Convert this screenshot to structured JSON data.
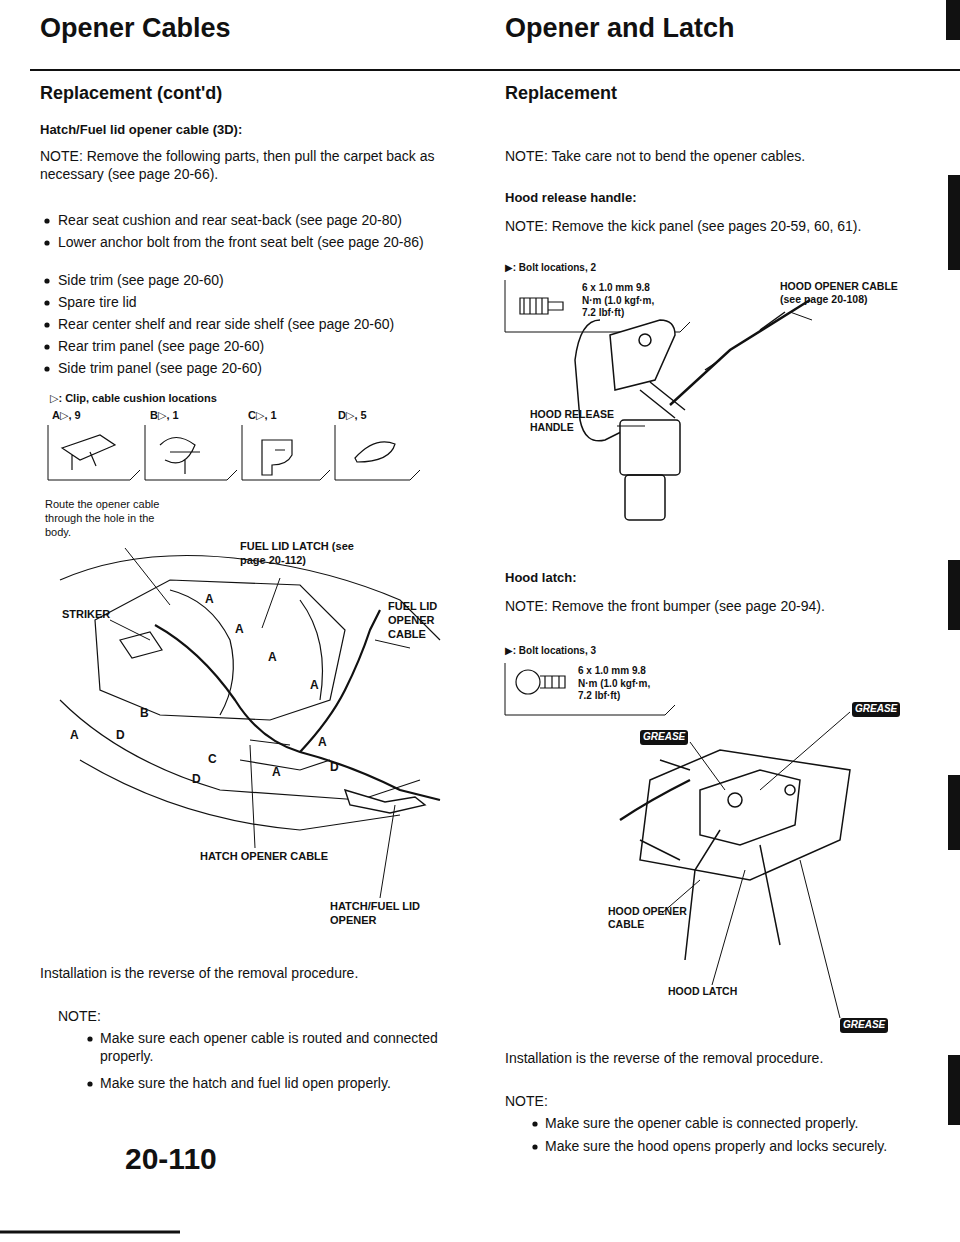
{
  "diagram": {
    "title": "Opener Cables",
    "labels": [
      "Replacement (cont'd)",
      "Hatch/Fuel lid opener cable (3D):",
      "NOTE: Remove the following parts, then pull the carpet back as necessary (see page 20-66).",
      "Rear seat cushion and rear seat-back (see page 20-80)",
      "Lower anchor bolt from the front seat belt (see page 20-86)",
      "Side trim (see page 20-60)",
      "Spare tire lid",
      "Rear center shelf and rear side shelf (see page 20-60)",
      "Rear trim panel (see page 20-60)",
      "Side trim panel (see page 20-60)",
      "▷: Clip, cable cushion locations",
      "A▷, 9",
      "B▷, 1",
      "C▷, 1",
      "D▷, 5",
      "Route the opener cable through the hole in the body.",
      "FUEL LID LATCH (see page 20-112)",
      "STRIKER",
      "FUEL LID OPENER CABLE",
      "A",
      "A",
      "A",
      "A",
      "A",
      "A",
      "A",
      "B",
      "D",
      "C",
      "D",
      "D",
      "HATCH OPENER CABLE",
      "HATCH/FUEL LID OPENER",
      "Installation is the reverse of the removal procedure.",
      "NOTE:",
      "Make sure each opener cable is routed and connected properly.",
      "Make sure the hatch and fuel lid open properly.",
      "20-110",
      "Opener and Latch",
      "Replacement",
      "NOTE: Take care not to bend the opener cables.",
      "Hood release handle:",
      "NOTE: Remove the kick panel (see pages 20-59, 60, 61).",
      "▶: Bolt locations, 2",
      "6 x 1.0 mm 9.8 N·m (1.0 kgf·m, 7.2 lbf·ft)",
      "HOOD OPENER CABLE (see page 20-108)",
      "HOOD RELEASE HANDLE",
      "Hood latch:",
      "NOTE: Remove the front bumper (see page 20-94).",
      "▶: Bolt locations, 3",
      "6 x 1.0 mm 9.8 N·m (1.0 kgf·m, 7.2 lbf·ft)",
      "GREASE",
      "GREASE",
      "HOOD OPENER CABLE",
      "HOOD LATCH",
      "GREASE",
      "Installation is the reverse of the removal procedure.",
      "NOTE:",
      "Make sure the opener cable is connected properly.",
      "Make sure the hood opens properly and locks securely."
    ]
  }
}
